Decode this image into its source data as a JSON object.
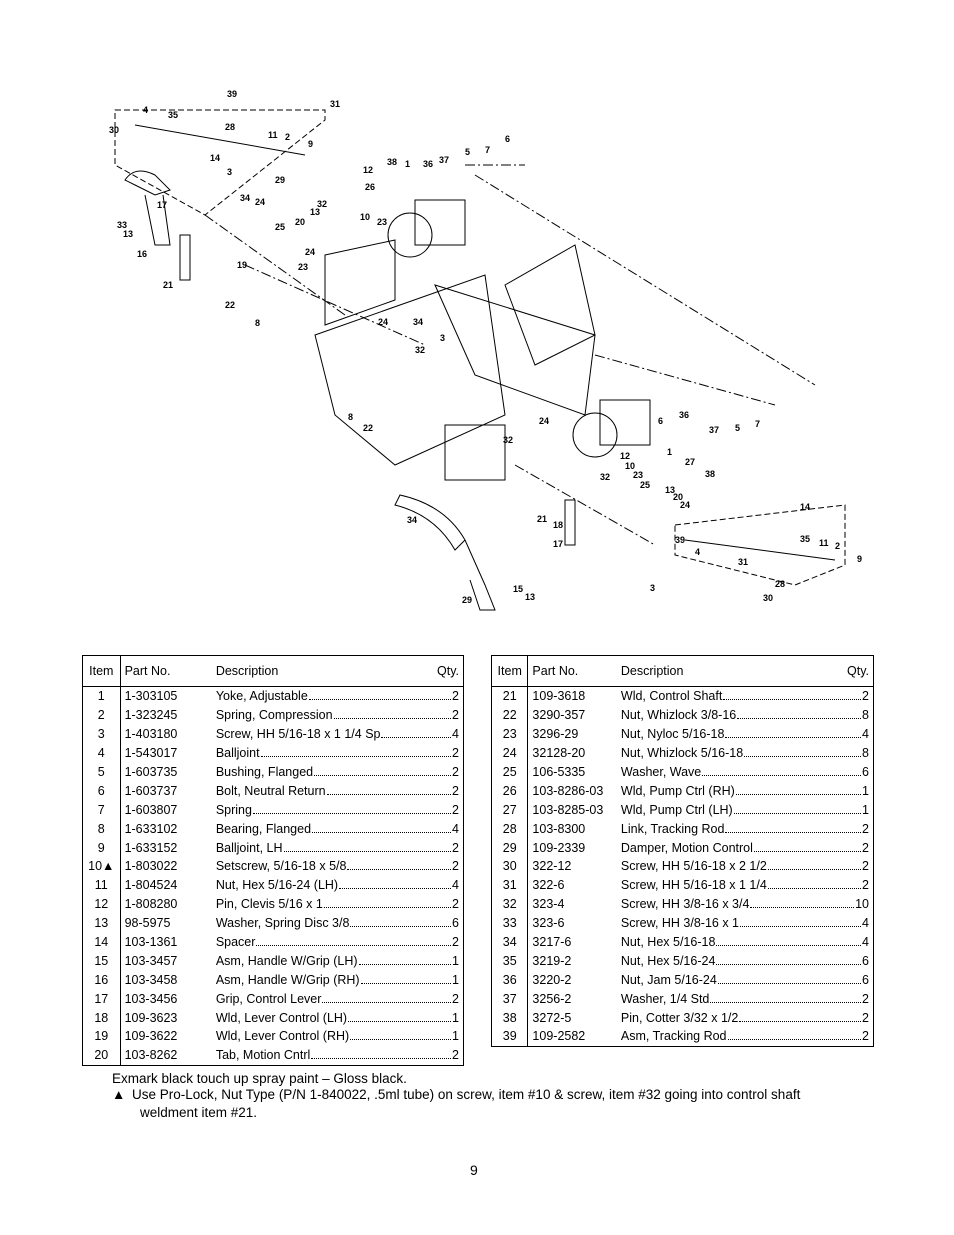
{
  "table_headers": {
    "item": "Item",
    "part_no": "Part No.",
    "description": "Description",
    "qty": "Qty."
  },
  "left_table": [
    {
      "item": "1",
      "part": "1-303105",
      "desc": "Yoke, Adjustable",
      "qty": "2"
    },
    {
      "item": "2",
      "part": "1-323245",
      "desc": "Spring, Compression",
      "qty": "2"
    },
    {
      "item": "3",
      "part": "1-403180",
      "desc": "Screw, HH 5/16-18 x 1 1/4 Sp",
      "qty": "4"
    },
    {
      "item": "4",
      "part": "1-543017",
      "desc": "Balljoint",
      "qty": "2"
    },
    {
      "item": "5",
      "part": "1-603735",
      "desc": "Bushing, Flanged",
      "qty": "2"
    },
    {
      "item": "6",
      "part": "1-603737",
      "desc": "Bolt, Neutral Return",
      "qty": "2"
    },
    {
      "item": "7",
      "part": "1-603807",
      "desc": "Spring",
      "qty": "2"
    },
    {
      "item": "8",
      "part": "1-633102",
      "desc": "Bearing, Flanged",
      "qty": "4"
    },
    {
      "item": "9",
      "part": "1-633152",
      "desc": "Balljoint, LH",
      "qty": "2"
    },
    {
      "item": "10▲",
      "part": "1-803022",
      "desc": "Setscrew, 5/16-18 x 5/8",
      "qty": "2"
    },
    {
      "item": "11",
      "part": "1-804524",
      "desc": "Nut, Hex 5/16-24 (LH)",
      "qty": "4"
    },
    {
      "item": "12",
      "part": "1-808280",
      "desc": "Pin, Clevis 5/16 x 1",
      "qty": "2"
    },
    {
      "item": "13",
      "part": "98-5975",
      "desc": "Washer, Spring Disc 3/8",
      "qty": "6"
    },
    {
      "item": "14",
      "part": "103-1361",
      "desc": "Spacer",
      "qty": "2"
    },
    {
      "item": "15",
      "part": "103-3457",
      "desc": "Asm, Handle W/Grip (LH)",
      "qty": "1"
    },
    {
      "item": "16",
      "part": "103-3458",
      "desc": "Asm, Handle W/Grip (RH)",
      "qty": "1"
    },
    {
      "item": "17",
      "part": "103-3456",
      "desc": "Grip, Control Lever",
      "qty": "2"
    },
    {
      "item": "18",
      "part": "109-3623",
      "desc": "Wld, Lever Control (LH)",
      "qty": "1"
    },
    {
      "item": "19",
      "part": "109-3622",
      "desc": "Wld, Lever Control (RH)",
      "qty": "1"
    },
    {
      "item": "20",
      "part": "103-8262",
      "desc": "Tab, Motion Cntrl",
      "qty": "2"
    }
  ],
  "right_table": [
    {
      "item": "21",
      "part": "109-3618",
      "desc": "Wld, Control Shaft",
      "qty": "2"
    },
    {
      "item": "22",
      "part": "3290-357",
      "desc": "Nut, Whizlock 3/8-16",
      "qty": "8"
    },
    {
      "item": "23",
      "part": "3296-29",
      "desc": "Nut, Nyloc 5/16-18",
      "qty": "4"
    },
    {
      "item": "24",
      "part": "32128-20",
      "desc": "Nut, Whizlock 5/16-18",
      "qty": "8"
    },
    {
      "item": "25",
      "part": "106-5335",
      "desc": "Washer, Wave",
      "qty": "6"
    },
    {
      "item": "26",
      "part": "103-8286-03",
      "desc": "Wld, Pump Ctrl (RH)",
      "qty": "1"
    },
    {
      "item": "27",
      "part": "103-8285-03",
      "desc": "Wld, Pump Ctrl (LH)",
      "qty": "1"
    },
    {
      "item": "28",
      "part": "103-8300",
      "desc": "Link, Tracking Rod",
      "qty": "2"
    },
    {
      "item": "29",
      "part": "109-2339",
      "desc": "Damper, Motion Control",
      "qty": "2"
    },
    {
      "item": "30",
      "part": "322-12",
      "desc": "Screw, HH 5/16-18 x 2 1/2",
      "qty": "2"
    },
    {
      "item": "31",
      "part": "322-6",
      "desc": "Screw, HH 5/16-18 x 1 1/4",
      "qty": "2"
    },
    {
      "item": "32",
      "part": "323-4",
      "desc": "Screw, HH 3/8-16 x 3/4",
      "qty": "10"
    },
    {
      "item": "33",
      "part": "323-6",
      "desc": "Screw, HH 3/8-16 x 1",
      "qty": "4"
    },
    {
      "item": "34",
      "part": "3217-6",
      "desc": "Nut, Hex 5/16-18",
      "qty": "4"
    },
    {
      "item": "35",
      "part": "3219-2",
      "desc": "Nut, Hex 5/16-24",
      "qty": "6"
    },
    {
      "item": "36",
      "part": "3220-2",
      "desc": "Nut, Jam 5/16-24",
      "qty": "6"
    },
    {
      "item": "37",
      "part": "3256-2",
      "desc": "Washer, 1/4 Std",
      "qty": "2"
    },
    {
      "item": "38",
      "part": "3272-5",
      "desc": "Pin, Cotter 3/32 x 1/2",
      "qty": "2"
    },
    {
      "item": "39",
      "part": "109-2582",
      "desc": "Asm, Tracking Rod",
      "qty": "2"
    }
  ],
  "notes": {
    "paint": "Exmark black touch up spray paint – Gloss black.",
    "symbol": "▲",
    "prolock_line1": "Use Pro-Lock, Nut Type (P/N 1-840022, .5ml tube) on screw, item #10 & screw, item #32 going into control shaft",
    "prolock_line2": "weldment item #21."
  },
  "page_number": "9",
  "diagram_callouts": [
    "39",
    "31",
    "4",
    "35",
    "30",
    "28",
    "11",
    "2",
    "9",
    "14",
    "3",
    "29",
    "34",
    "24",
    "32",
    "13",
    "20",
    "25",
    "33",
    "13",
    "16",
    "17",
    "19",
    "24",
    "23",
    "21",
    "22",
    "8",
    "5",
    "7",
    "6",
    "12",
    "38",
    "1",
    "36",
    "37",
    "26",
    "10",
    "23",
    "24",
    "34",
    "3",
    "32",
    "8",
    "22",
    "24",
    "32",
    "36",
    "37",
    "5",
    "7",
    "6",
    "1",
    "12",
    "10",
    "27",
    "38",
    "32",
    "23",
    "25",
    "13",
    "20",
    "24",
    "34",
    "17",
    "18",
    "21",
    "14",
    "39",
    "4",
    "35",
    "11",
    "2",
    "9",
    "31",
    "28",
    "3",
    "30",
    "29",
    "15",
    "13",
    "33"
  ]
}
